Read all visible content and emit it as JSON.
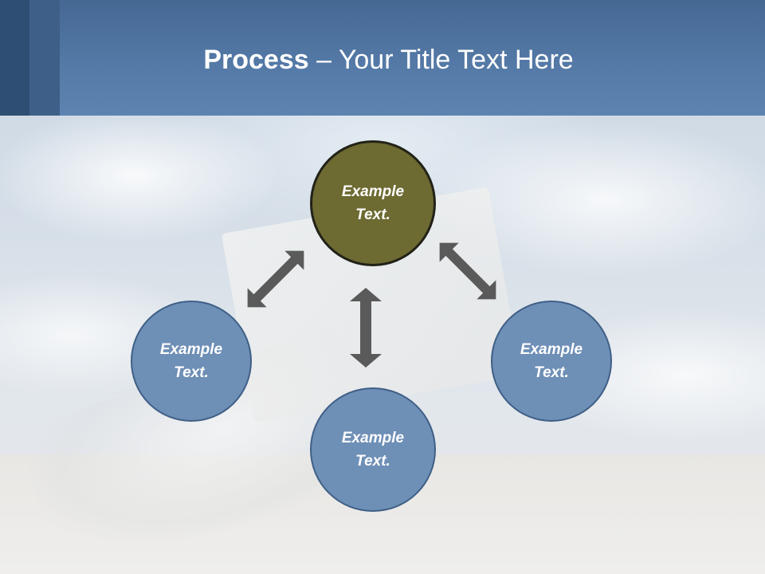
{
  "title": {
    "bold": "Process",
    "rest": " – Your Title Text Here"
  },
  "diagram": {
    "center_top": "Example Text.",
    "left": "Example Text.",
    "right": "Example Text.",
    "bottom": "Example Text."
  },
  "colors": {
    "header": "#5479a6",
    "node_blue": "#6e8fb6",
    "node_olive": "#6d6a32",
    "arrow": "#5a5a5a"
  },
  "icons": [
    "double-arrow-icon"
  ]
}
